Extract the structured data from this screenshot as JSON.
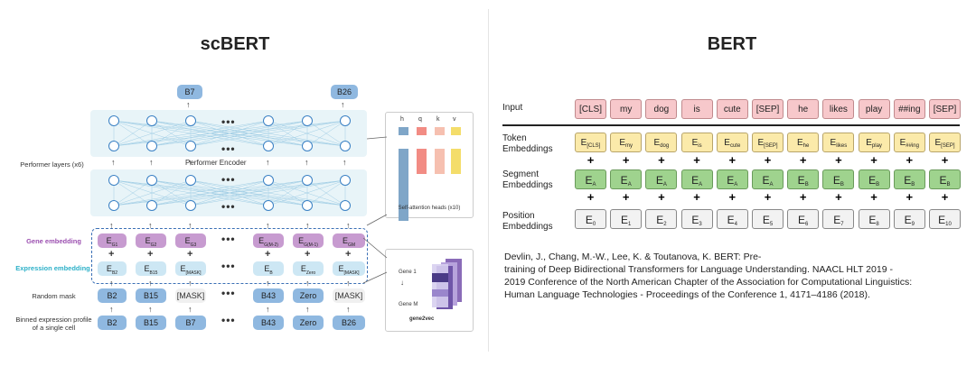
{
  "scbert": {
    "title": "scBERT",
    "top_outputs": [
      "B7",
      "B26"
    ],
    "performer_label": "Performer Encoder",
    "performer_layers_label": "Performer layers (x6)",
    "gene_embedding_label": "Gene embedding",
    "expression_embedding_label": "Expression embedding",
    "random_mask_label": "Random mask",
    "binned_label_line1": "Binned expression profile",
    "binned_label_line2": "of a single cell",
    "gene_embeddings": [
      [
        "E",
        "G1"
      ],
      [
        "E",
        "G2"
      ],
      [
        "E",
        "G3"
      ],
      [
        "E",
        "G(M-2)"
      ],
      [
        "E",
        "G(M-1)"
      ],
      [
        "E",
        "GM"
      ]
    ],
    "expression_embeddings": [
      [
        "E",
        "B2"
      ],
      [
        "E",
        "B15"
      ],
      [
        "E",
        "[MASK]"
      ],
      [
        "E",
        "B"
      ],
      [
        "E",
        "Zero"
      ],
      [
        "E",
        "[MASK]"
      ]
    ],
    "random_mask": [
      "B2",
      "B15",
      "[MASK]",
      "B43",
      "Zero",
      "[MASK]"
    ],
    "binned_profile": [
      "B2",
      "B15",
      "B7",
      "B43",
      "Zero",
      "B26"
    ],
    "ellipsis": "•••",
    "attention_heads": [
      "h",
      "q",
      "k",
      "v"
    ],
    "attention_caption": "Self-attention heads (x10)",
    "gene2vec_top": "Gene 1",
    "gene2vec_bottom": "Gene M",
    "gene2vec_caption": "gene2vec"
  },
  "bert": {
    "title": "BERT",
    "rows": {
      "input": "Input",
      "token_line1": "Token",
      "token_line2": "Embeddings",
      "segment_line1": "Segment",
      "segment_line2": "Embeddings",
      "position_line1": "Position",
      "position_line2": "Embeddings"
    },
    "tokens": [
      "[CLS]",
      "my",
      "dog",
      "is",
      "cute",
      "[SEP]",
      "he",
      "likes",
      "play",
      "##ing",
      "[SEP]"
    ],
    "token_embeddings": [
      [
        "E",
        "[CLS]"
      ],
      [
        "E",
        "my"
      ],
      [
        "E",
        "dog"
      ],
      [
        "E",
        "is"
      ],
      [
        "E",
        "cute"
      ],
      [
        "E",
        "[SEP]"
      ],
      [
        "E",
        "he"
      ],
      [
        "E",
        "likes"
      ],
      [
        "E",
        "play"
      ],
      [
        "E",
        "##ing"
      ],
      [
        "E",
        "[SEP]"
      ]
    ],
    "segment_embeddings": [
      [
        "E",
        "A"
      ],
      [
        "E",
        "A"
      ],
      [
        "E",
        "A"
      ],
      [
        "E",
        "A"
      ],
      [
        "E",
        "A"
      ],
      [
        "E",
        "A"
      ],
      [
        "E",
        "B"
      ],
      [
        "E",
        "B"
      ],
      [
        "E",
        "B"
      ],
      [
        "E",
        "B"
      ],
      [
        "E",
        "B"
      ]
    ],
    "position_embeddings": [
      [
        "E",
        "0"
      ],
      [
        "E",
        "1"
      ],
      [
        "E",
        "2"
      ],
      [
        "E",
        "3"
      ],
      [
        "E",
        "4"
      ],
      [
        "E",
        "5"
      ],
      [
        "E",
        "6"
      ],
      [
        "E",
        "7"
      ],
      [
        "E",
        "8"
      ],
      [
        "E",
        "9"
      ],
      [
        "E",
        "10"
      ]
    ],
    "citation": "Devlin, J., Chang, M.-W., Lee, K. & Toutanova, K. BERT: Pre-\ntraining of Deep Bidirectional Transformers for Language Understanding. NAACL HLT 2019 -\n2019 Conference of the North American Chapter of the Association for Computational Linguistics:\n Human Language Technologies - Proceedings of the Conference 1, 4171–4186 (2018)."
  },
  "colors": {
    "token": "#f7c8cb",
    "token_embedding": "#fbeaaa",
    "segment": "#9fd38e",
    "position": "#f2f2f2",
    "gene_embedding": "#c79bd0",
    "expression_embedding": "#cde7f4",
    "bin": "#8fb8e0",
    "circle": "#3a80c4",
    "mask_dash": "#3a6fb5"
  }
}
